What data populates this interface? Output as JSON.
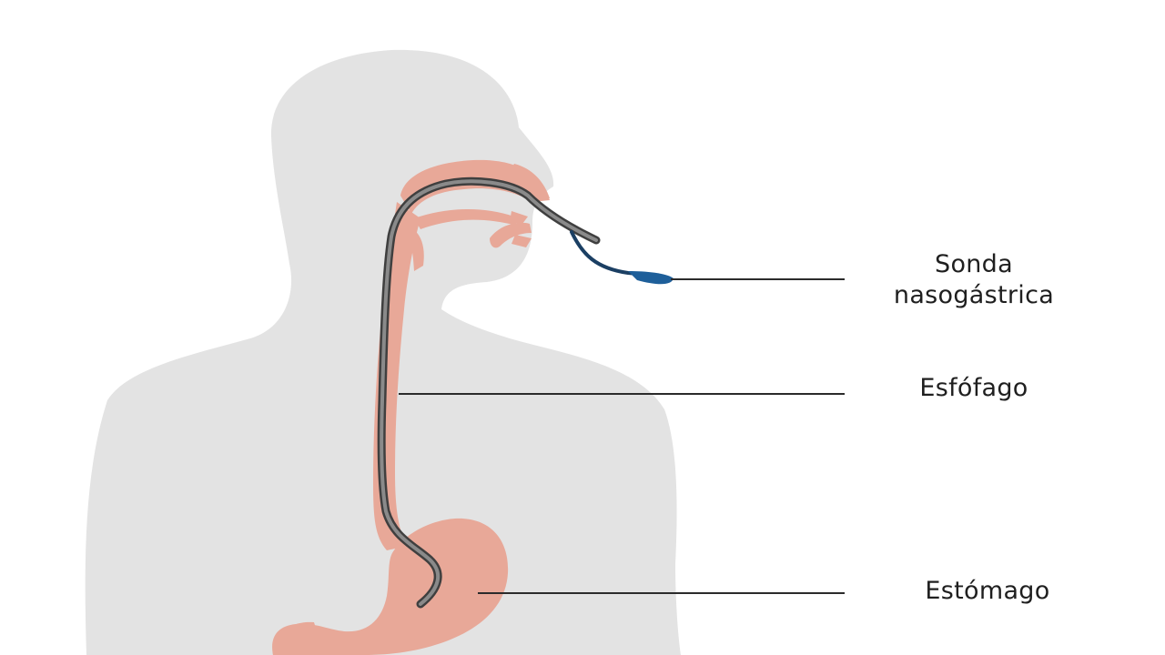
{
  "labels": {
    "sonda_line1": "Sonda",
    "sonda_line2": "nasogástrica",
    "esofago": "Esfófago",
    "estomago": "Estómago"
  },
  "colors": {
    "body_silhouette": "#e3e3e3",
    "tissue": "#e8a898",
    "tube": "#5e5e5e",
    "tube_tip": "#1e5f9a",
    "leader_line": "#2b2b2b"
  }
}
